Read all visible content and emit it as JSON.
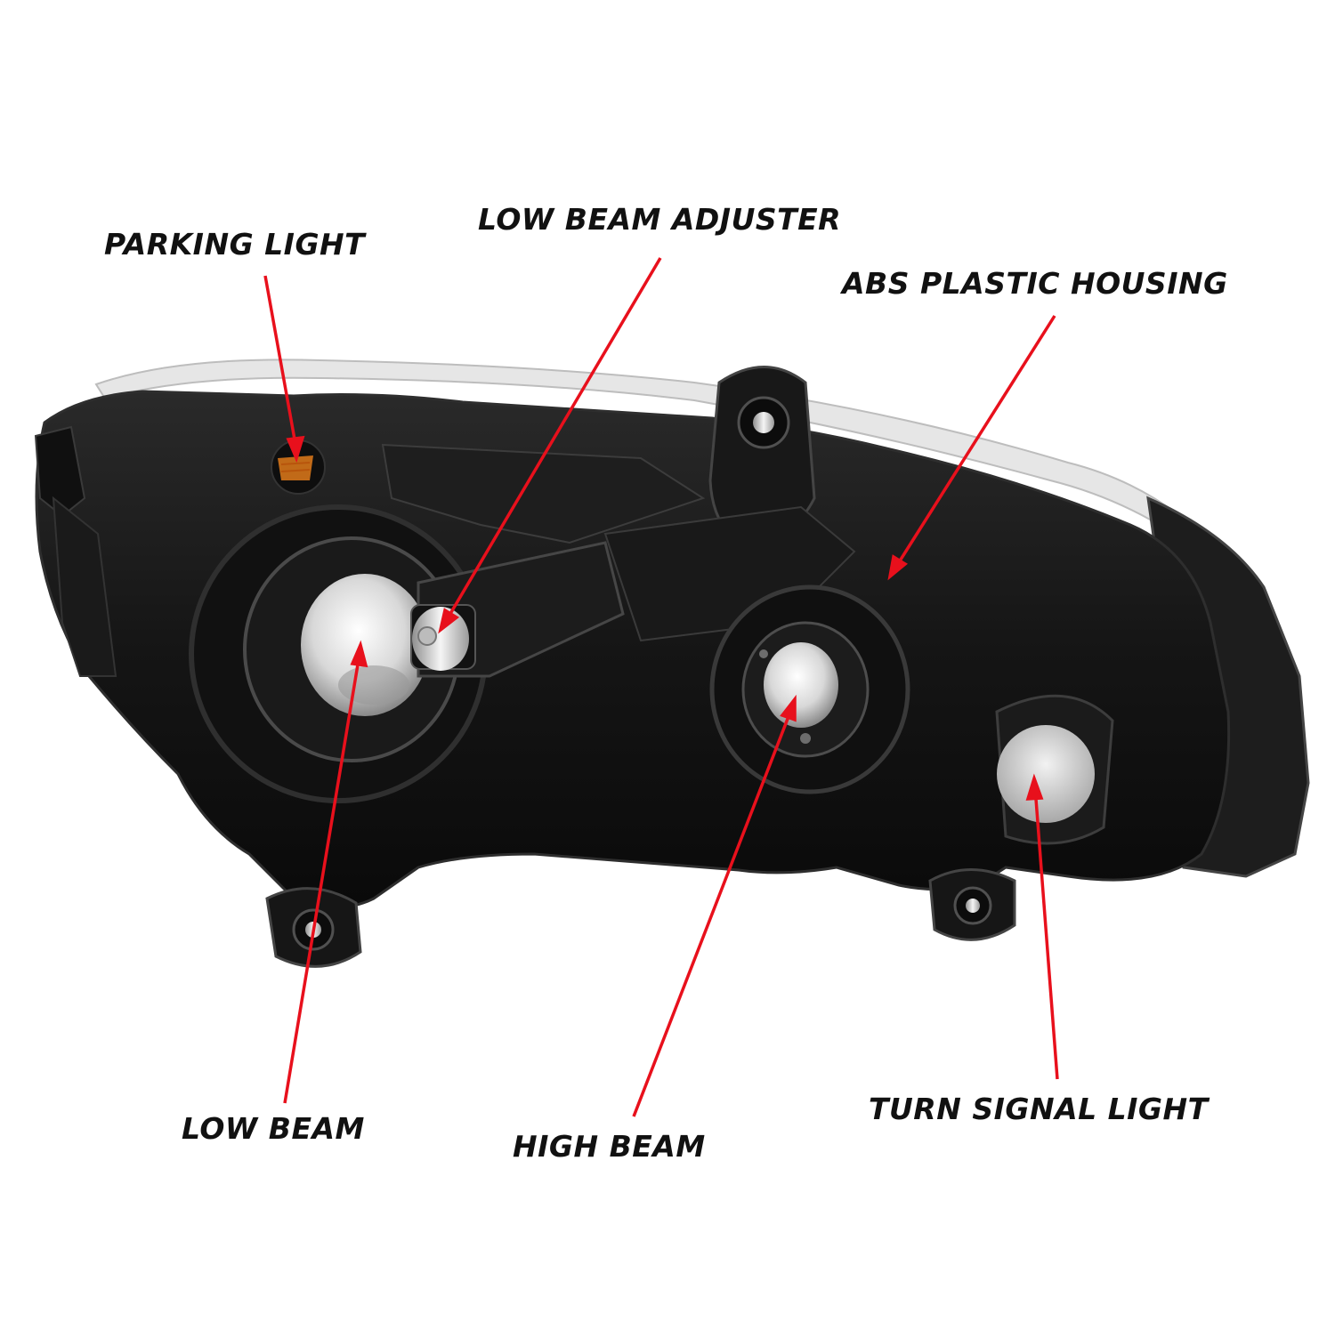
{
  "colors": {
    "background": "#ffffff",
    "housing": "#141414",
    "housing_highlight": "#3a3a3a",
    "lens_trim": "#d9d9d9",
    "callout_line": "#e8101c",
    "label_text": "#111111",
    "parking_amber": "#e07a1a"
  },
  "labels": {
    "parking_light": "PARKING LIGHT",
    "low_beam_adjuster": "LOW BEAM ADJUSTER",
    "abs_plastic_housing": "ABS PLASTIC HOUSING",
    "low_beam": "LOW BEAM",
    "high_beam": "HIGH BEAM",
    "turn_signal_light": "TURN SIGNAL LIGHT"
  }
}
